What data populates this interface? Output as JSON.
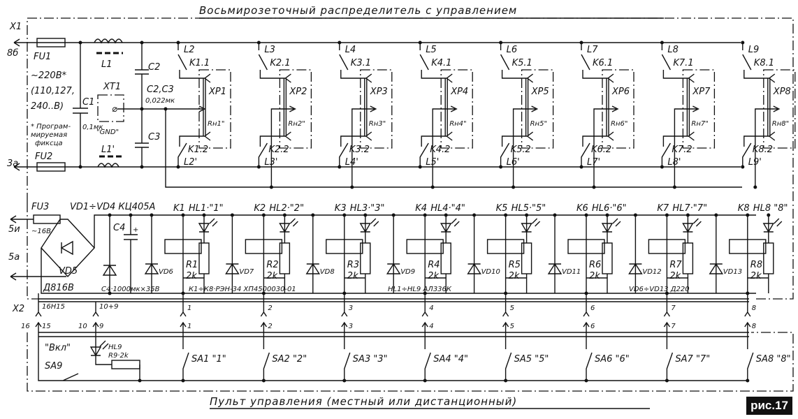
{
  "title_top": "Восьмирозеточный распределитель с управлением",
  "title_bottom": "Пульт управления (местный или дистанционный)",
  "figure_label": "рис.17",
  "power": {
    "x1": "X1",
    "pin8b": "8б",
    "pin3a": "3а",
    "fu1": "FU1",
    "fu2": "FU2",
    "voltage": "~220В*",
    "voltage_alt1": "(110,127,",
    "voltage_alt2": "240..В)",
    "note1": "* Програм-",
    "note2": "мируемая",
    "note3": "фиксца",
    "l1": "L1",
    "l1p": "L1'",
    "c1": "C1",
    "c1_val": "0,1мк",
    "c2": "C2",
    "c3": "C3",
    "c2c3": "C2,C3",
    "c2c3_val": "0,022мк",
    "xt1": "XT1",
    "gnd": "\"GND\""
  },
  "supply": {
    "fu3": "FU3",
    "bridge": "VD1÷VD4 КЦ405А",
    "pin5v": "5и",
    "pin5a": "5а",
    "v16": "~16В",
    "vd5": "VD5",
    "c4": "C4",
    "d816": "Д816В",
    "c4_val": "С4·1000мк×35В",
    "relay_type": "К1÷К8·РЭН-34 ХП4500030-01",
    "led_type": "HL1÷HL9 АЛ336К",
    "diode_type": "VD6÷VD13 Д220",
    "x2": "X2",
    "pin16h15": "16Н15",
    "pin10_9": "10+9"
  },
  "outlet_channels": [
    {
      "l": "L2",
      "k1": "K1.1",
      "xp": "XP1",
      "rn": "Rн1\"",
      "k2": "K1.2",
      "lp": "L2'"
    },
    {
      "l": "L3",
      "k1": "K2.1",
      "xp": "XP2",
      "rn": "Rн2\"",
      "k2": "K2.2",
      "lp": "L3'"
    },
    {
      "l": "L4",
      "k1": "K3.1",
      "xp": "XP3",
      "rn": "Rн3\"",
      "k2": "K3.2",
      "lp": "L4'"
    },
    {
      "l": "L5",
      "k1": "K4.1",
      "xp": "XP4",
      "rn": "Rн4\"",
      "k2": "K4.2",
      "lp": "L5'"
    },
    {
      "l": "L6",
      "k1": "K5.1",
      "xp": "XP5",
      "rn": "Rн5\"",
      "k2": "K5.2",
      "lp": "L6'"
    },
    {
      "l": "L7",
      "k1": "K6.1",
      "xp": "XP6",
      "rn": "Rн6\"",
      "k2": "K6.2",
      "lp": "L7'"
    },
    {
      "l": "L8",
      "k1": "K7.1",
      "xp": "XP7",
      "rn": "Rн7\"",
      "k2": "K7.2",
      "lp": "L8'"
    },
    {
      "l": "L9",
      "k1": "K8.1",
      "xp": "XP8",
      "rn": "Rн8\"",
      "k2": "K8.2",
      "lp": "L9'"
    }
  ],
  "relay_channels": [
    {
      "k": "K1",
      "hl": "HL1·\"1\"",
      "vd": "VD6",
      "r": "R1",
      "rv": "2k",
      "pin": "1",
      "sa": "SA1 \"1\""
    },
    {
      "k": "K2",
      "hl": "HL2·\"2\"",
      "vd": "VD7",
      "r": "R2",
      "rv": "2k",
      "pin": "2",
      "sa": "SA2 \"2\""
    },
    {
      "k": "K3",
      "hl": "HL3·\"3\"",
      "vd": "VD8",
      "r": "R3",
      "rv": "2k",
      "pin": "3",
      "sa": "SA3 \"3\""
    },
    {
      "k": "K4",
      "hl": "HL4·\"4\"",
      "vd": "VD9",
      "r": "R4",
      "rv": "2k",
      "pin": "4",
      "sa": "SA4 \"4\""
    },
    {
      "k": "K5",
      "hl": "HL5·\"5\"",
      "vd": "VD10",
      "r": "R5",
      "rv": "2k",
      "pin": "5",
      "sa": "SA5 \"5\""
    },
    {
      "k": "K6",
      "hl": "HL6·\"6\"",
      "vd": "VD11",
      "r": "R6",
      "rv": "2k",
      "pin": "6",
      "sa": "SA6 \"6\""
    },
    {
      "k": "K7",
      "hl": "HL7·\"7\"",
      "vd": "VD12",
      "r": "R7",
      "rv": "2k",
      "pin": "7",
      "sa": "SA7 \"7\""
    },
    {
      "k": "K8",
      "hl": "HL8 \"8\"",
      "vd": "VD13",
      "r": "R8",
      "rv": "2k",
      "pin": "8",
      "sa": "SA8 \"8\""
    }
  ],
  "panel": {
    "pin16": "16",
    "pin15": "15",
    "pin10": "10",
    "pin9": "9",
    "on": "\"Вкл\"",
    "sa9": "SA9",
    "hl9": "HL9",
    "r9": "R9·2k"
  }
}
